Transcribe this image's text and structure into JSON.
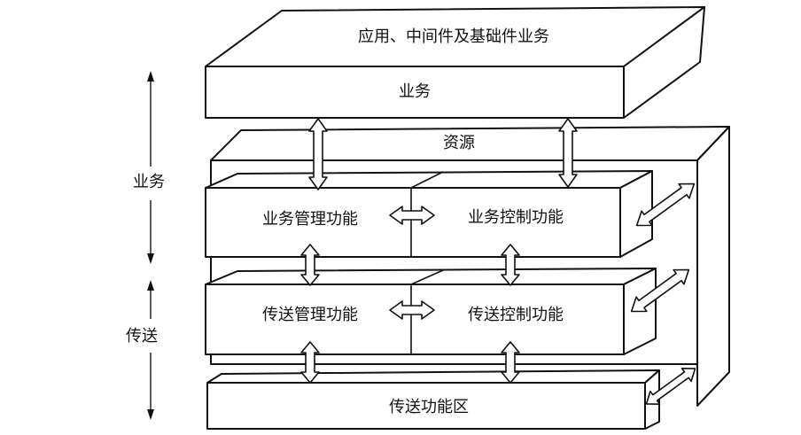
{
  "labels": {
    "top_layer": "应用、中间件及基础件业务",
    "service": "业务",
    "resources": "资源",
    "service_mgmt": "业务管理功能",
    "service_ctrl": "业务控制功能",
    "transport_mgmt": "传送管理功能",
    "transport_ctrl": "传送控制功能",
    "transport_area": "传送功能区"
  },
  "side_labels": {
    "service": "业务",
    "transport": "传送"
  }
}
